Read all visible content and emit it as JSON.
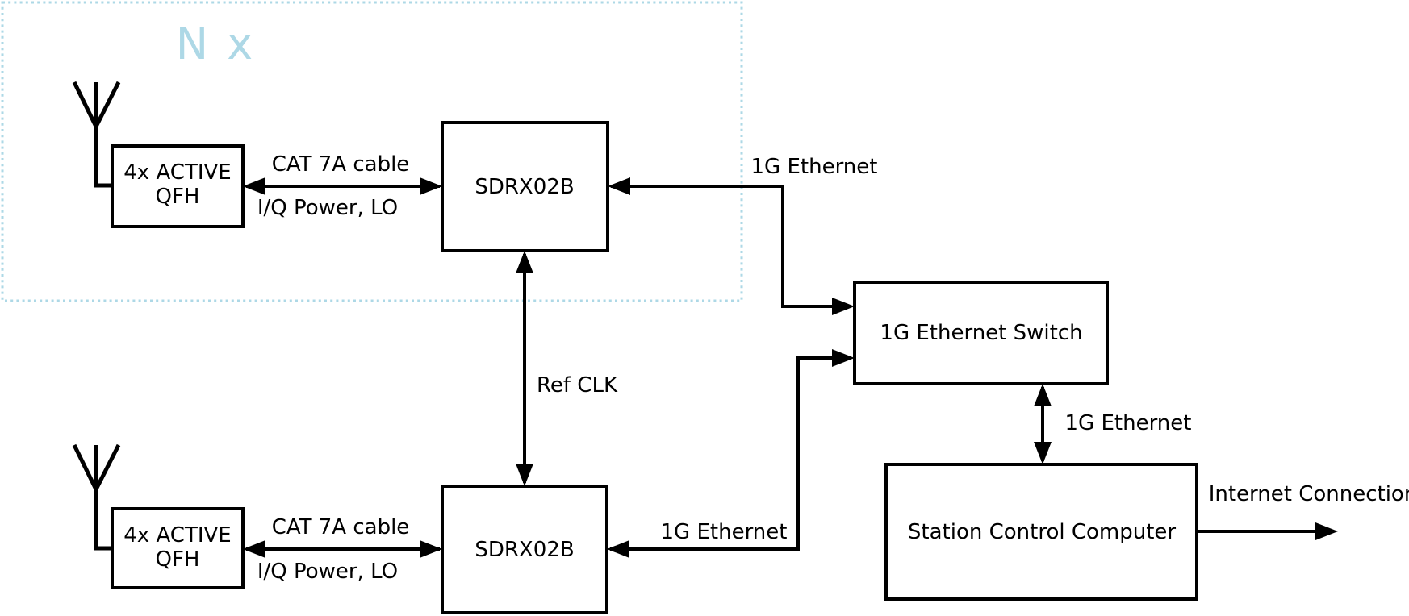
{
  "colors": {
    "accent_blue": "#add8e6",
    "line": "#000000",
    "background": "#ffffff"
  },
  "group": {
    "label": "N x"
  },
  "nodes": {
    "qfh_top": {
      "line1": "4x ACTIVE",
      "line2": "QFH"
    },
    "sdrx_top": {
      "label": "SDRX02B"
    },
    "qfh_bottom": {
      "line1": "4x ACTIVE",
      "line2": "QFH"
    },
    "sdrx_bottom": {
      "label": "SDRX02B"
    },
    "ethernet_switch": {
      "label": "1G Ethernet Switch"
    },
    "station_computer": {
      "label": "Station Control Computer"
    }
  },
  "edges": {
    "cat7a_top": {
      "above": "CAT 7A cable",
      "below": "I/Q Power, LO"
    },
    "cat7a_bottom": {
      "above": "CAT 7A cable",
      "below": "I/Q Power, LO"
    },
    "ethernet_top": {
      "label": "1G Ethernet"
    },
    "ethernet_bottom": {
      "label": "1G Ethernet"
    },
    "ref_clk": {
      "label": "Ref CLK"
    },
    "switch_to_computer": {
      "label": "1G Ethernet"
    },
    "internet": {
      "label": "Internet Connection"
    }
  }
}
